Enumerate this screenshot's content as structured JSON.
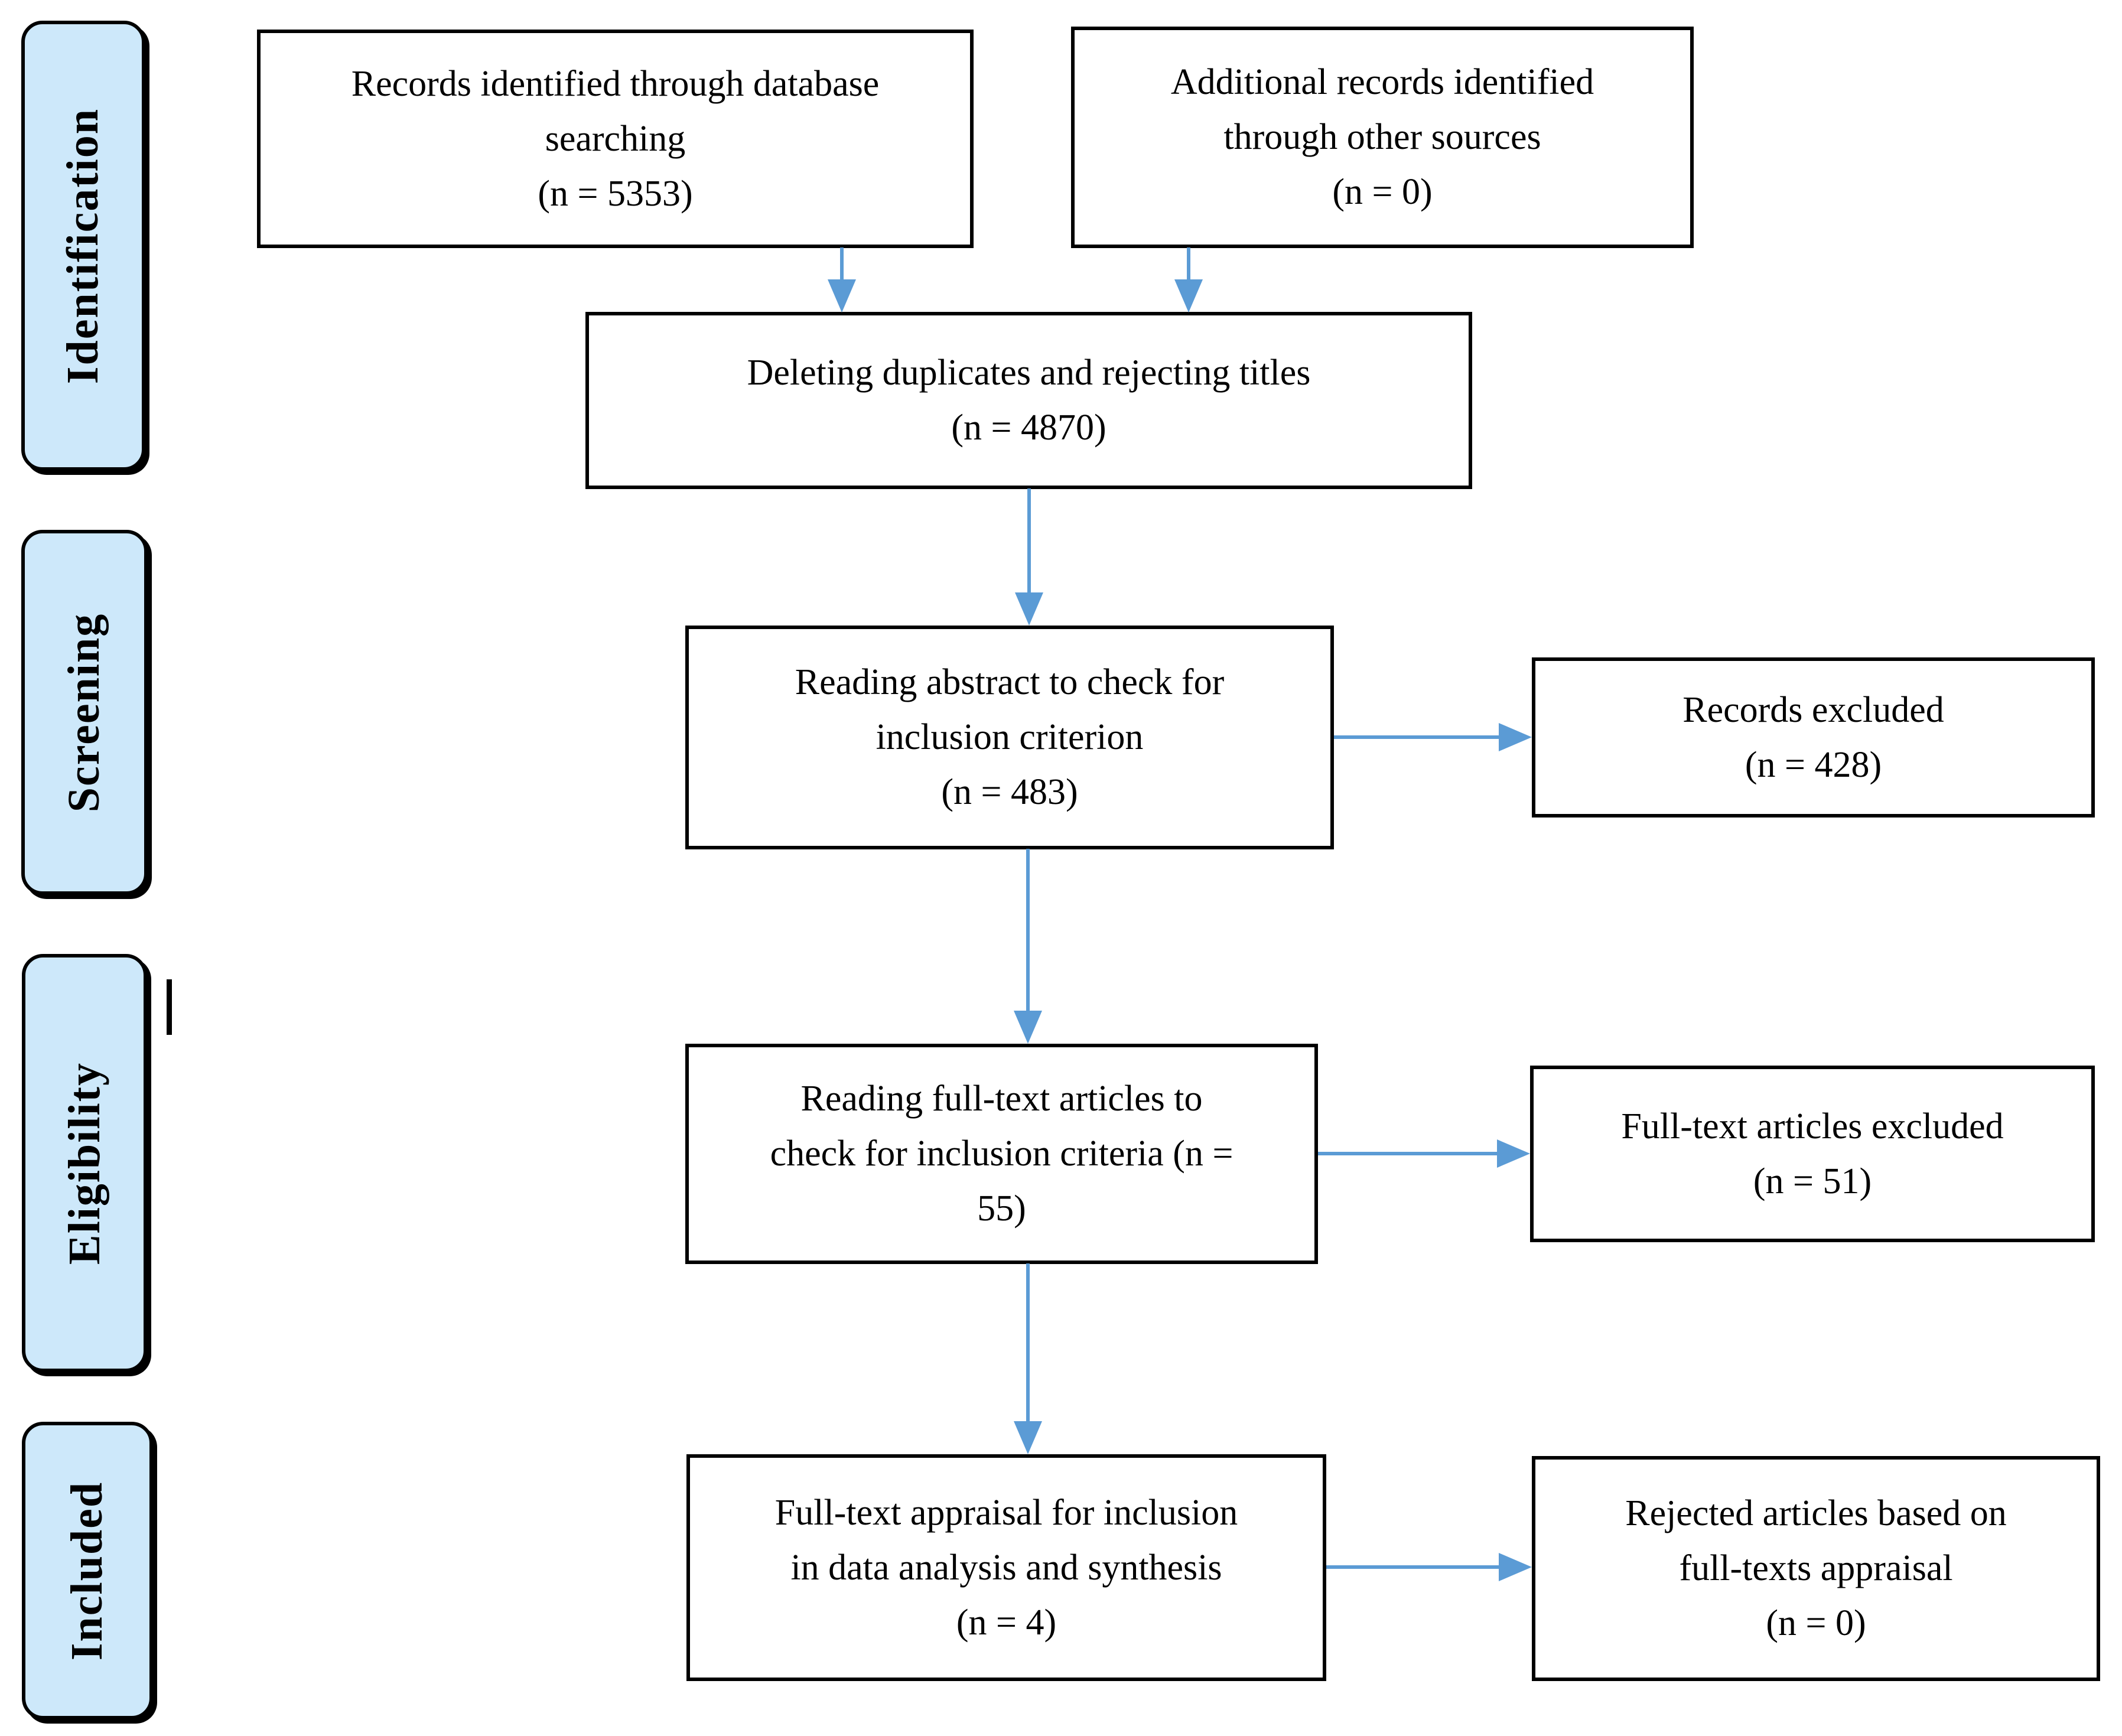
{
  "diagram": {
    "type": "prisma-flow",
    "stages": [
      {
        "label": "Identification"
      },
      {
        "label": "Screening"
      },
      {
        "label": "Eligibility"
      },
      {
        "label": "Included"
      }
    ],
    "boxes": {
      "records_db": {
        "lines": [
          "Records identified through database",
          "searching",
          "(n = 5353)"
        ]
      },
      "additional": {
        "lines": [
          "Additional records identified",
          "through other sources",
          "(n = 0)"
        ]
      },
      "dedup": {
        "lines": [
          "Deleting duplicates and rejecting titles",
          "(n = 4870)"
        ]
      },
      "abstract": {
        "lines": [
          "Reading abstract to check for",
          "inclusion criterion",
          "(n = 483)"
        ]
      },
      "records_excluded": {
        "lines": [
          "Records excluded",
          "(n = 428)"
        ]
      },
      "fulltext": {
        "lines": [
          "Reading full-text articles to",
          "check for inclusion criteria (n =",
          "55)"
        ]
      },
      "fulltext_excluded": {
        "lines": [
          "Full-text articles excluded",
          "(n = 51)"
        ]
      },
      "appraisal": {
        "lines": [
          "Full-text appraisal for inclusion",
          "in data analysis and synthesis",
          "(n = 4)"
        ]
      },
      "rejected": {
        "lines": [
          "Rejected articles based on",
          "full-texts appraisal",
          "(n = 0)"
        ]
      }
    },
    "colors": {
      "background": "#ffffff",
      "stage_fill": "#cde8fa",
      "box_border": "#000000",
      "arrow": "#5b9bd5",
      "text": "#000000"
    }
  }
}
